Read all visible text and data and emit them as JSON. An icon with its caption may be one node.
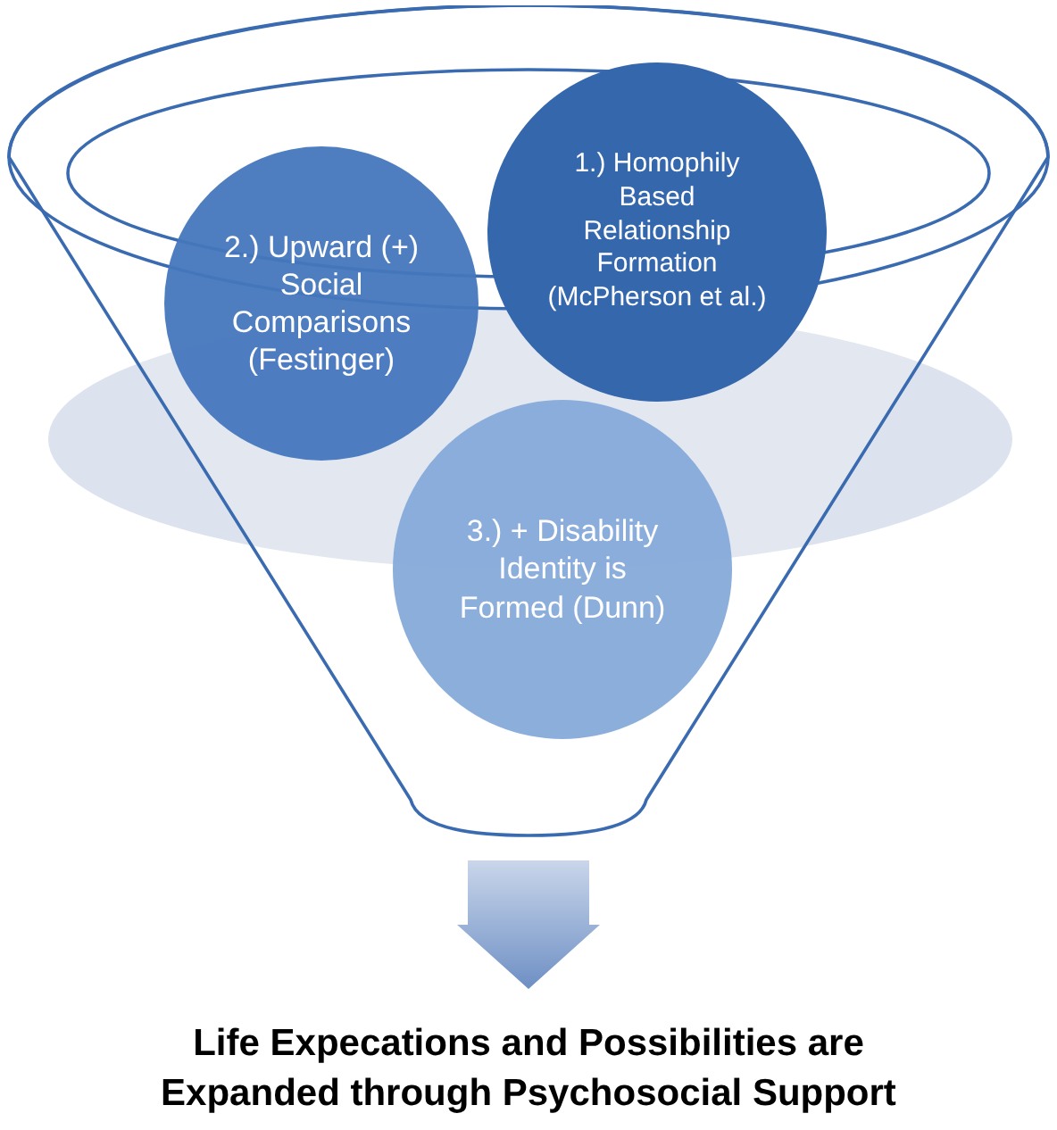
{
  "diagram": {
    "nodes": [
      {
        "text": [],
        "shape": "funnel"
      },
      {
        "text": [
          "1.) Homophily Based Relationship Formation (McPherson et al.)"
        ],
        "in": 0
      },
      {
        "text": [
          "2.) Upward (+) Social Comparisons (Festinger)"
        ],
        "in": 0
      },
      {
        "text": [
          "3.) + Disability Identity is Formed (Dunn)"
        ],
        "in": 0
      },
      {
        "text": [
          "Life Expecations and Possibilities are Expanded through Psychosocial Support"
        ]
      }
    ],
    "edges": [
      {
        "from": 0,
        "to": 4,
        "arrow": "to",
        "style": "thick"
      }
    ]
  }
}
